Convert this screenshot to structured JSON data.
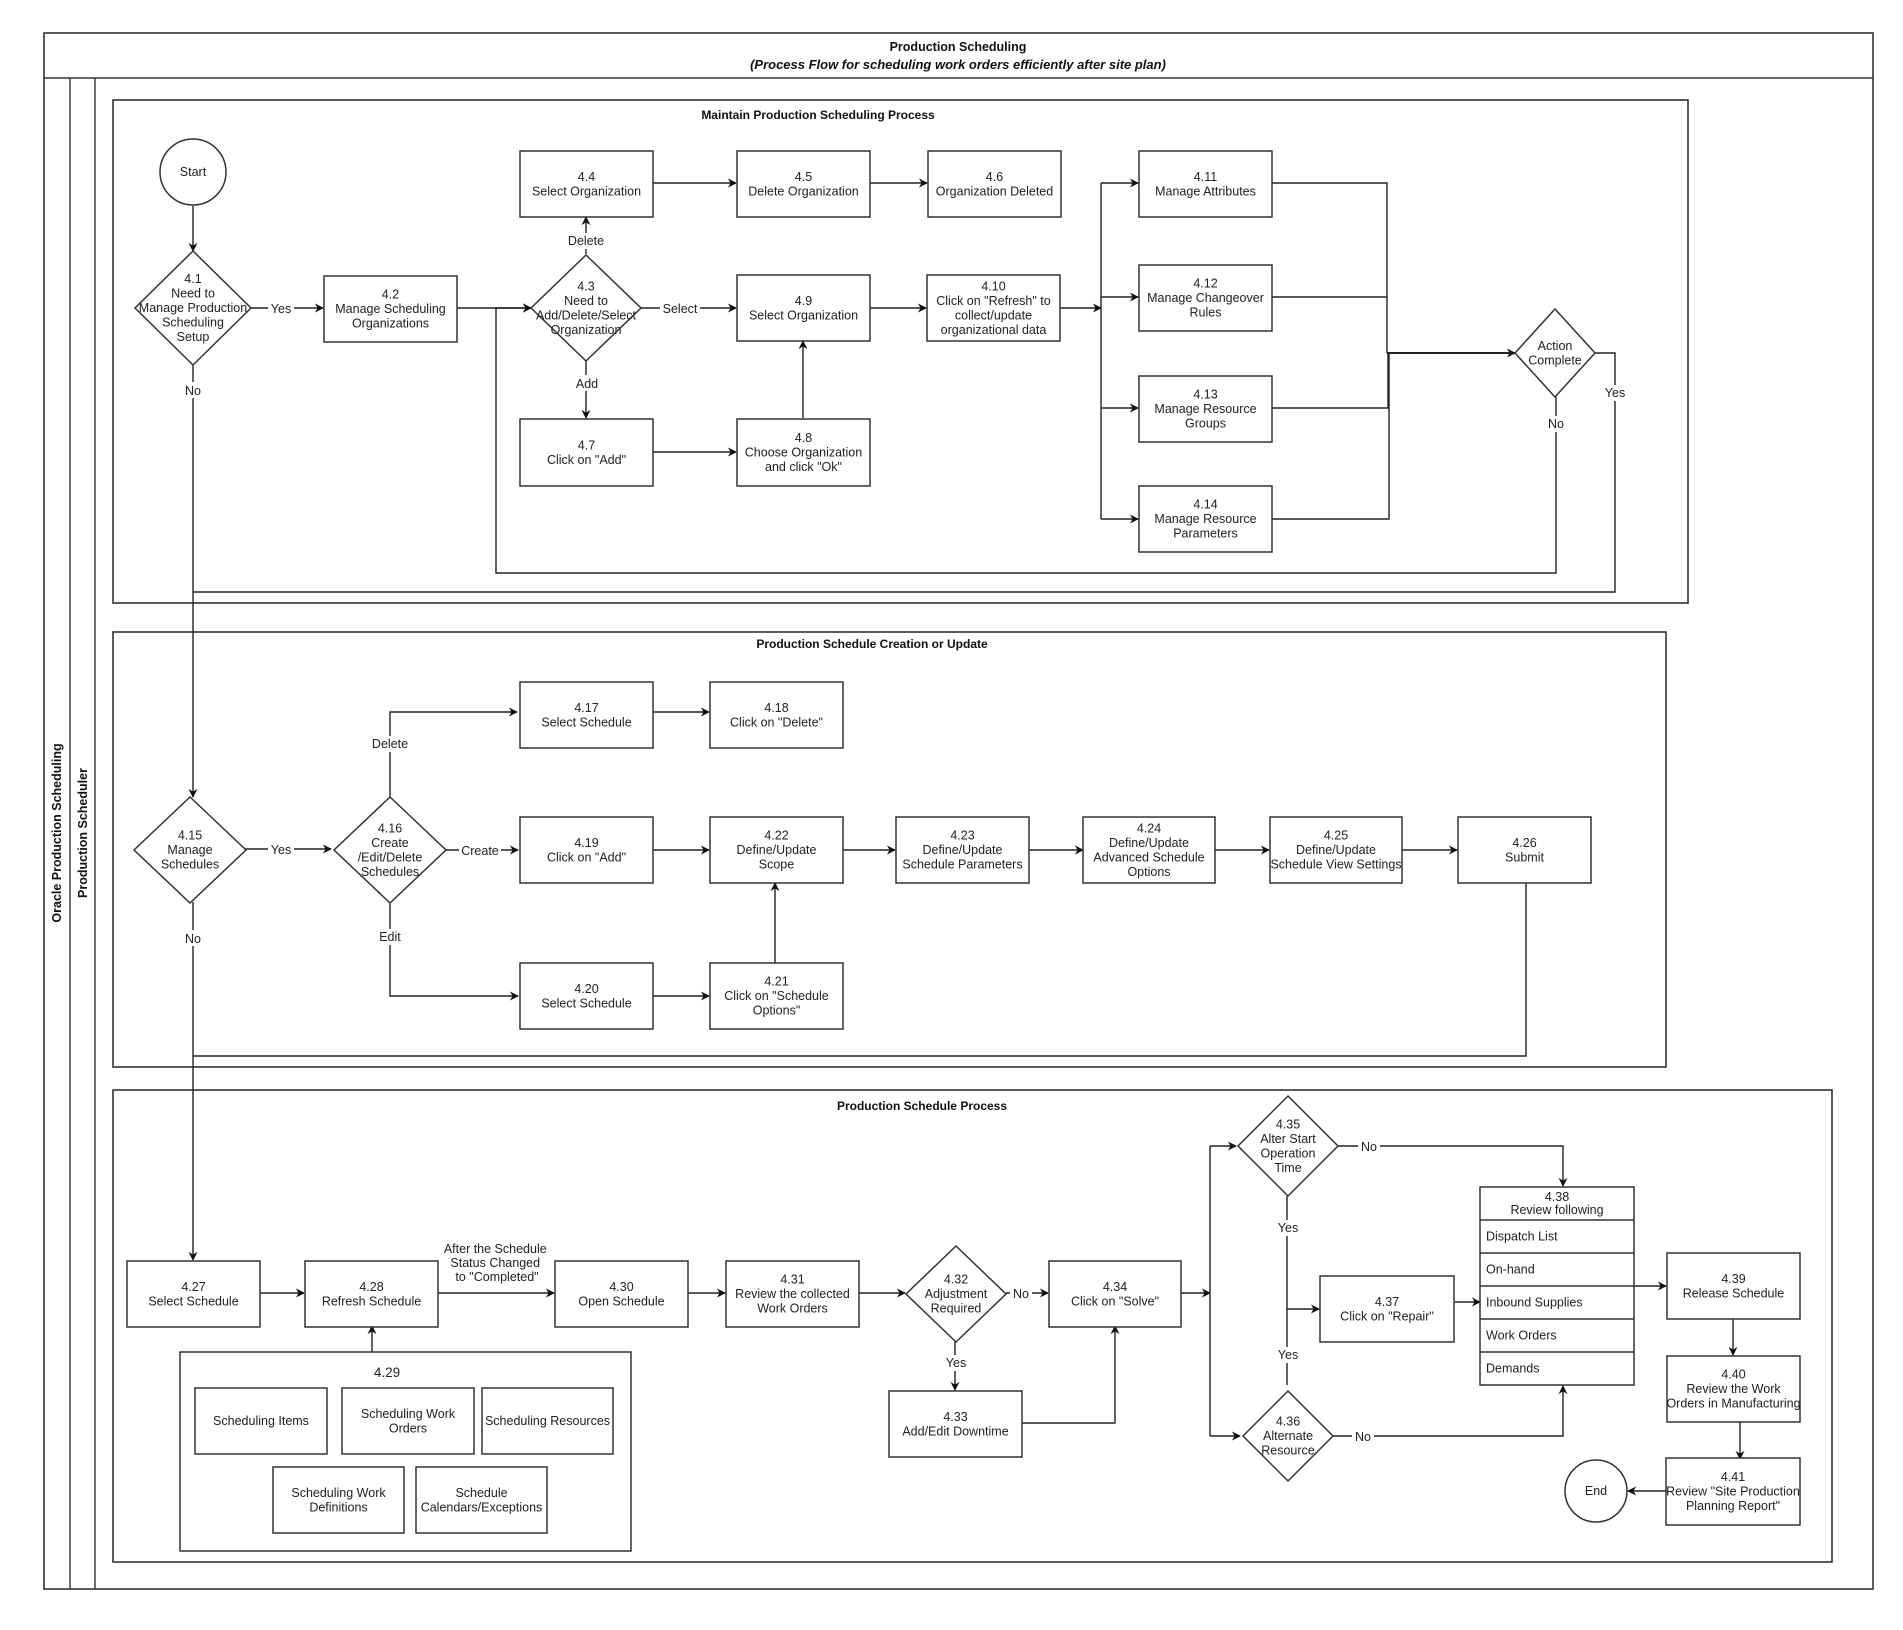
{
  "header": {
    "title": "Production Scheduling",
    "subtitle": "(Process Flow for scheduling work orders efficiently after site plan)"
  },
  "lanes": {
    "outer": "Oracle Production Scheduling",
    "inner": "Production Scheduler"
  },
  "sections": {
    "s1": "Maintain Production Scheduling Process",
    "s2": "Production Schedule Creation or Update",
    "s3": "Production Schedule Process"
  },
  "nodes": {
    "start": [
      "Start"
    ],
    "end": [
      "End"
    ],
    "n4_1": [
      "4.1",
      "Need to",
      "Manage Production",
      "Scheduling",
      "Setup"
    ],
    "n4_2": [
      "4.2",
      "Manage Scheduling",
      "Organizations"
    ],
    "n4_3": [
      "4.3",
      "Need to",
      "Add/Delete/Select",
      "Organization"
    ],
    "n4_4": [
      "4.4",
      "Select Organization"
    ],
    "n4_5": [
      "4.5",
      "Delete Organization"
    ],
    "n4_6": [
      "4.6",
      "Organization Deleted"
    ],
    "n4_7": [
      "4.7",
      "Click on \"Add\""
    ],
    "n4_8": [
      "4.8",
      "Choose Organization",
      "and click \"Ok\""
    ],
    "n4_9": [
      "4.9",
      "Select Organization"
    ],
    "n4_10": [
      "4.10",
      "Click on \"Refresh\" to",
      "collect/update",
      "organizational data"
    ],
    "n4_11": [
      "4.11",
      "Manage Attributes"
    ],
    "n4_12": [
      "4.12",
      "Manage Changeover",
      "Rules"
    ],
    "n4_13": [
      "4.13",
      "Manage Resource",
      "Groups"
    ],
    "n4_14": [
      "4.14",
      "Manage Resource",
      "Parameters"
    ],
    "action_complete": [
      "Action",
      "Complete"
    ],
    "n4_15": [
      "4.15",
      "Manage",
      "Schedules"
    ],
    "n4_16": [
      "4.16",
      "Create",
      "/Edit/Delete",
      "Schedules"
    ],
    "n4_17": [
      "4.17",
      "Select Schedule"
    ],
    "n4_18": [
      "4.18",
      "Click on \"Delete\""
    ],
    "n4_19": [
      "4.19",
      "Click on \"Add\""
    ],
    "n4_20": [
      "4.20",
      "Select Schedule"
    ],
    "n4_21": [
      "4.21",
      "Click on \"Schedule",
      "Options\""
    ],
    "n4_22": [
      "4.22",
      "Define/Update",
      "Scope"
    ],
    "n4_23": [
      "4.23",
      "Define/Update",
      "Schedule Parameters"
    ],
    "n4_24": [
      "4.24",
      "Define/Update",
      "Advanced Schedule",
      "Options"
    ],
    "n4_25": [
      "4.25",
      "Define/Update",
      "Schedule View Settings"
    ],
    "n4_26": [
      "4.26",
      "Submit"
    ],
    "n4_27": [
      "4.27",
      "Select Schedule"
    ],
    "n4_28": [
      "4.28",
      "Refresh Schedule"
    ],
    "n4_29": {
      "label": "4.29",
      "items": [
        [
          "Scheduling Items"
        ],
        [
          "Scheduling Work",
          "Orders"
        ],
        [
          "Scheduling Resources"
        ],
        [
          "Scheduling Work",
          "Definitions"
        ],
        [
          "Schedule",
          "Calendars/Exceptions"
        ]
      ]
    },
    "n4_30": [
      "4.30",
      "Open Schedule"
    ],
    "n4_31": [
      "4.31",
      "Review the collected",
      "Work Orders"
    ],
    "n4_32": [
      "4.32",
      "Adjustment",
      "Required"
    ],
    "n4_33": [
      "4.33",
      "Add/Edit Downtime"
    ],
    "n4_34": [
      "4.34",
      "Click on \"Solve\""
    ],
    "n4_35": [
      "4.35",
      "Alter Start",
      "Operation",
      "Time"
    ],
    "n4_36": [
      "4.36",
      "Alternate",
      "Resource"
    ],
    "n4_37": [
      "4.37",
      "Click on \"Repair\""
    ],
    "n4_38": {
      "header": [
        "4.38",
        "Review following"
      ],
      "rows": [
        "Dispatch List",
        "On-hand",
        "Inbound Supplies",
        "Work Orders",
        "Demands"
      ]
    },
    "n4_39": [
      "4.39",
      "Release Schedule"
    ],
    "n4_40": [
      "4.40",
      "Review the Work",
      "Orders in Manufacturing"
    ],
    "n4_41": [
      "4.41",
      "Review \"Site Production",
      "Planning Report\""
    ]
  },
  "edge_labels": {
    "yes": "Yes",
    "no": "No",
    "delete": "Delete",
    "select": "Select",
    "add": "Add",
    "create": "Create",
    "edit": "Edit",
    "status_changed": [
      "After the Schedule",
      "Status Changed",
      "to \"Completed\""
    ]
  }
}
